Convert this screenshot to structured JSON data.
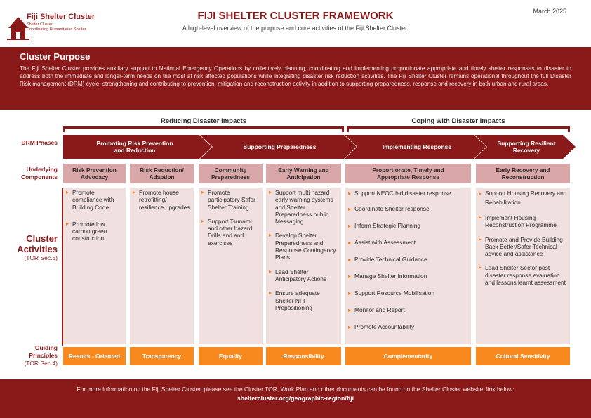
{
  "header": {
    "logo_title": "Fiji Shelter Cluster",
    "logo_sub1": "Shelter Cluster",
    "logo_sub2": "Coordinating Humanitarian Shelter",
    "title": "FIJI SHELTER CLUSTER FRAMEWORK",
    "subtitle": "A high-level overview of the purpose and core activities of the Fiji Shelter Cluster.",
    "date": "March 2025"
  },
  "purpose": {
    "title": "Cluster Purpose",
    "text": "The Fiji Shelter Cluster provides auxiliary support to National Emergency Operations by collectively planning, coordinating and implementing proportionate appropriate and timely shelter responses to disaster to address both the immediate and longer-term needs on the most at risk affected populations while integrating disaster risk reduction activities. The Fiji Shelter Cluster remains operational throughout the full Disaster Risk management (DRM) cycle, strengthening and contributing to prevention, mitigation and reconstruction activity in addition to supporting preparedness, response and recovery in both urban and rural areas."
  },
  "impacts": {
    "reducing": "Reducing Disaster Impacts",
    "coping": "Coping with Disaster Impacts"
  },
  "labels": {
    "drm_phases": "DRM Phases",
    "underlying": "Underlying",
    "components": "Components",
    "cluster": "Cluster",
    "activities": "Activities",
    "tor5": "(TOR Sec.5)",
    "guiding": "Guiding",
    "principles": "Principles",
    "tor4": "(TOR Sec.4)"
  },
  "phases": [
    {
      "line1": "Promoting Risk Prevention",
      "line2": "and Reduction"
    },
    {
      "line1": "Supporting Preparedness",
      "line2": ""
    },
    {
      "line1": "Implementing Response",
      "line2": ""
    },
    {
      "line1": "Supporting Resilient",
      "line2": "Recovery"
    }
  ],
  "components": [
    {
      "line1": "Risk Prevention",
      "line2": "Advocacy"
    },
    {
      "line1": "Risk Reduction/",
      "line2": "Adaption"
    },
    {
      "line1": "Community",
      "line2": "Preparedness"
    },
    {
      "line1": "Early Warning and",
      "line2": "Anticipation"
    },
    {
      "line1": "Proportionate, Timely and",
      "line2": "Appropriate Response"
    },
    {
      "line1": "Early Recovery and",
      "line2": "Reconstruction"
    }
  ],
  "activities": [
    [
      "Promote compliance with Building Code",
      "Promote low carbon green construction"
    ],
    [
      "Promote house retrofitting/ resilience upgrades"
    ],
    [
      "Promote participatory Safer Shelter Training",
      "Support Tsunami and other hazard Drills and and exercises"
    ],
    [
      "Support multi hazard early warning systems and Shelter Preparedness public Messaging",
      "Develop Shelter Preparedness and Response Contingency Plans",
      "Lead Shelter Anticipatory Actions",
      "Ensure adequate Shelter NFI Prepositioning"
    ],
    [
      "Support NEOC led disaster response",
      "Coordinate Shelter response",
      "Inform Strategic Planning",
      "Assist with Assessment",
      "Provide Technical Guidance",
      "Manage Shelter Information",
      "Support Resource Mobilisation",
      "Monitor and Report",
      "Promote Accountability"
    ],
    [
      "Support Housing Recovery and Rehabilitation",
      "Implement Housing Reconstruction Programme",
      "Promote and Provide Building Back Better/Safer Technical advice and assistance",
      "Lead Shelter Sector post disaster response evaluation and lessons learnt assessment"
    ]
  ],
  "principles": [
    "Results - Oriented",
    "Transparency",
    "Equality",
    "Responsibility",
    "Complementarity",
    "Cultural Sensitivity"
  ],
  "footer": {
    "text": "For more information on the Fiji Shelter Cluster, please see the Cluster TOR, Work Plan and other documents can be found on the Shelter Cluster website, link below:",
    "link": "sheltercluster.org/geographic-region/fiji"
  },
  "colors": {
    "brand": "#8a1a1a",
    "component": "#d9a7a7",
    "activity_bg": "#f0e0e0",
    "principle": "#f7891f"
  }
}
